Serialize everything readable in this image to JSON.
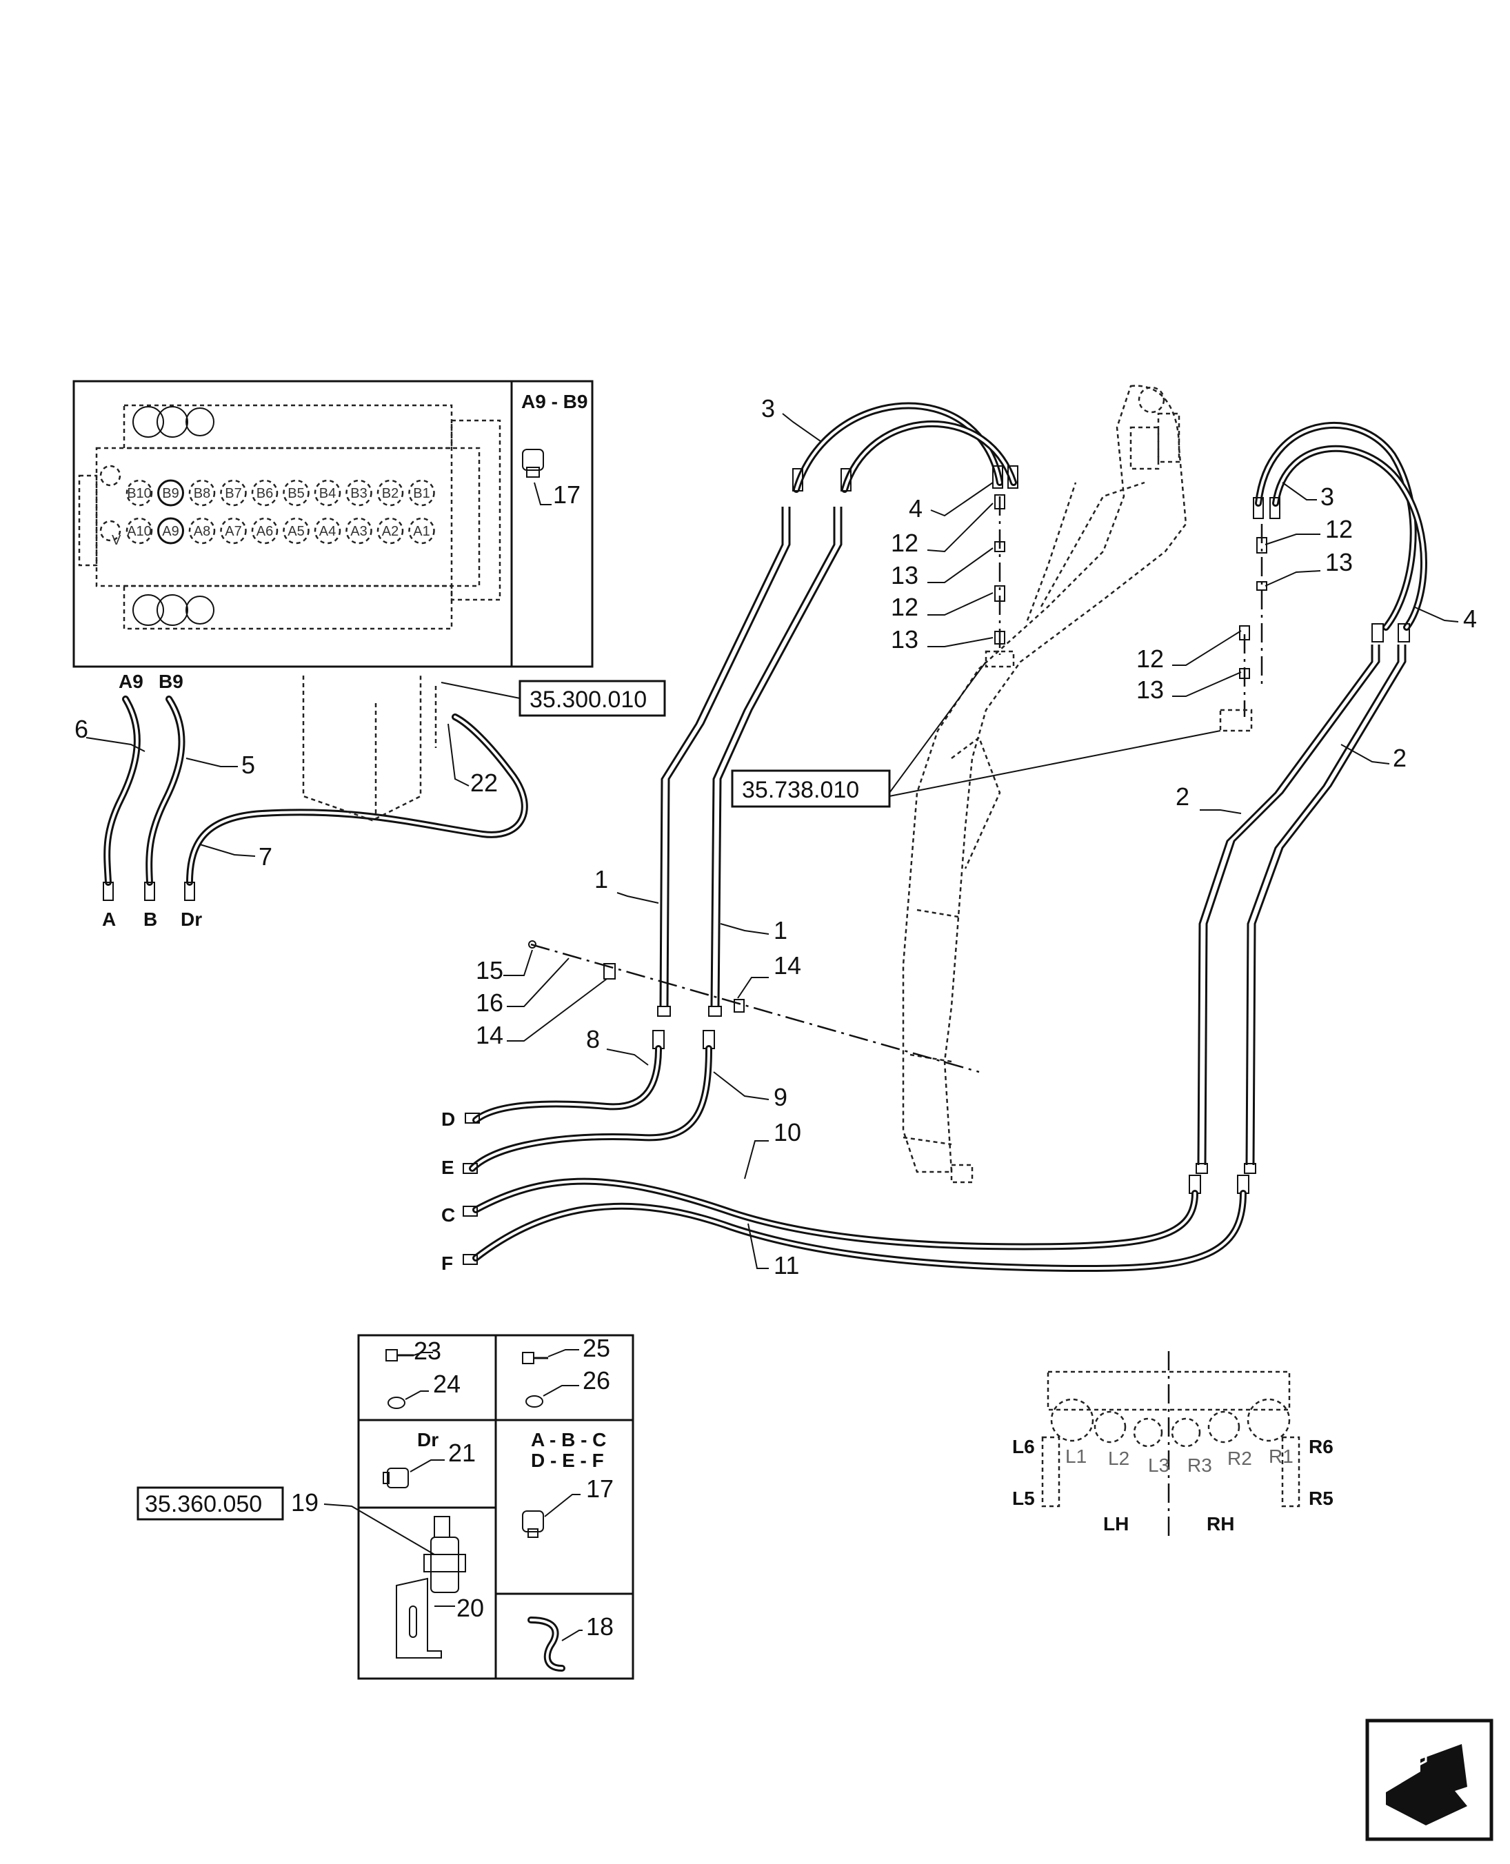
{
  "inset_valve": {
    "header": "A9 - B9",
    "item": "17",
    "ports_top": [
      "B10",
      "B9",
      "B8",
      "B7",
      "B6",
      "B5",
      "B4",
      "B3",
      "B2",
      "B1"
    ],
    "ports_bottom": [
      "A10",
      "A9",
      "A8",
      "A7",
      "A6",
      "A5",
      "A4",
      "A3",
      "A2",
      "A1"
    ],
    "v_label": "V"
  },
  "refs": {
    "r1": "35.300.010",
    "r2": "35.738.010",
    "r3": "35.360.050"
  },
  "port_labels": {
    "a9": "A9",
    "b9": "B9",
    "a": "A",
    "b": "B",
    "dr": "Dr",
    "d": "D",
    "e": "E",
    "c": "C",
    "f": "F"
  },
  "callouts": {
    "n1a": "1",
    "n1b": "1",
    "n2a": "2",
    "n2b": "2",
    "n3a": "3",
    "n3b": "3",
    "n4a": "4",
    "n4b": "4",
    "n5": "5",
    "n6": "6",
    "n7": "7",
    "n8": "8",
    "n9": "9",
    "n10": "10",
    "n11": "11",
    "n12a": "12",
    "n12b": "12",
    "n12c": "12",
    "n12d": "12",
    "n13a": "13",
    "n13b": "13",
    "n13c": "13",
    "n13d": "13",
    "n14a": "14",
    "n14b": "14",
    "n15": "15",
    "n16": "16",
    "n22": "22"
  },
  "parts_box": {
    "i23": "23",
    "i24": "24",
    "i25": "25",
    "i26": "26",
    "dr_label": "Dr",
    "i21": "21",
    "abc": "A - B - C",
    "def": "D - E - F",
    "i17": "17",
    "i19": "19",
    "i20": "20",
    "i18": "18"
  },
  "arm_detail": {
    "left": [
      "L1",
      "L2",
      "L3"
    ],
    "right": [
      "R3",
      "R2",
      "R1"
    ],
    "l6": "L6",
    "l5": "L5",
    "r6": "R6",
    "r5": "R5",
    "lh": "LH",
    "rh": "RH"
  },
  "icons": {
    "nav": "next-page-arrow-icon"
  }
}
